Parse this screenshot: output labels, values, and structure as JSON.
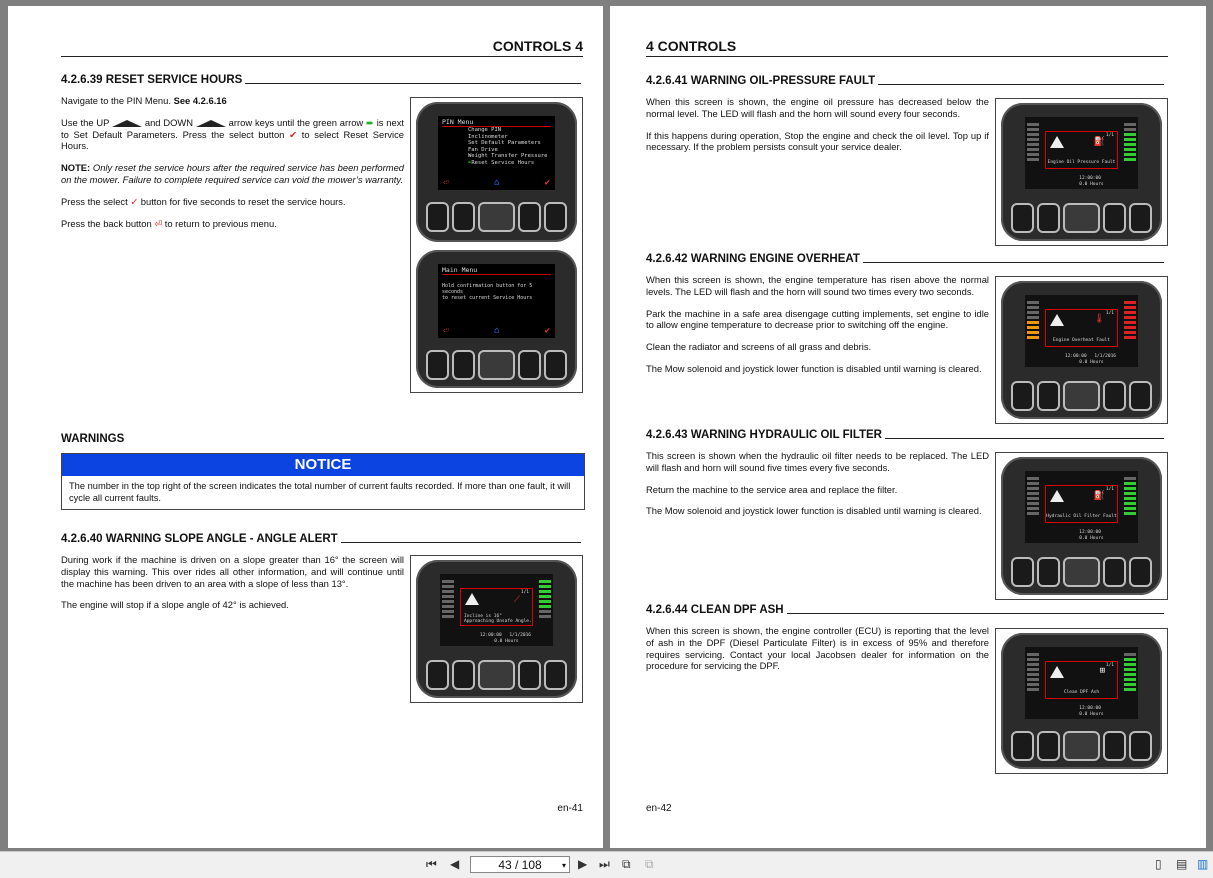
{
  "left_page": {
    "header": "CONTROLS 4",
    "page_number": "en-41",
    "sec_39": {
      "title": "4.2.6.39 RESET SERVICE HOURS",
      "p1a": "Navigate to the PIN Menu. ",
      "p1b": "See 4.2.6.16",
      "p2a": "Use the UP ",
      "p2b": " and DOWN ",
      "p2c": " arrow keys until the green arrow ",
      "p2d": " is next to Set Default Parameters. Press the select button ",
      "p2e": " to select Reset Service Hours.",
      "note_label": "NOTE:",
      "note_text": " Only reset the service hours after the required service has been performed on the mower. Failure to complete required service can void the mower’s warranty.",
      "p3a": "Press the select ",
      "p3b": " button for five seconds to reset the service hours.",
      "p4a": "Press the back button ",
      "p4b": " to return to previous menu."
    },
    "pin_screen": {
      "title": "PIN Menu",
      "items": [
        "Change PIN",
        "Inclinometer",
        "Set Default Parameters",
        "Fan Drive",
        "Weight Transfer Pressure",
        "Reset Service Hours"
      ]
    },
    "main_screen": {
      "title": "Main Menu",
      "line1": "Hold confirmation button for 5 seconds",
      "line2": "to reset current Service Hours"
    },
    "warnings_title": "WARNINGS",
    "notice": {
      "title": "NOTICE",
      "text": "The number in the top right of the screen indicates the total number of current faults recorded. If more than one fault, it will cycle all current faults."
    },
    "sec_40": {
      "title": "4.2.6.40 WARNING SLOPE ANGLE - ANGLE ALERT",
      "p1": "During work if the machine is driven on a slope greater than 16° the screen will display this warning. This over rides all other information, and will continue until the machine has been driven to an area with a slope of less than 13°.",
      "p2": "The engine will stop if a slope angle of 42° is achieved.",
      "screen_line1": "Incline is 16°",
      "screen_line2": "Approaching Unsafe Angle.",
      "screen_count": "1/1",
      "time": "12:00:00",
      "date": "1/1/2016",
      "hours": "0.0 Hours"
    }
  },
  "right_page": {
    "header": "4 CONTROLS",
    "page_number": "en-42",
    "sec_41": {
      "title": "4.2.6.41 WARNING OIL-PRESSURE FAULT",
      "p1": "When this screen is shown, the engine oil pressure has decreased below the normal level. The LED will flash and the horn will sound every four seconds.",
      "p2": "If this happens during operation, Stop the engine and check the oil level. Top up if necessary. If the problem persists consult your service dealer.",
      "screen_msg": "Engine Oil Pressure Fault",
      "screen_count": "1/1",
      "time": "12:00:00",
      "hours": "0.0 Hours"
    },
    "sec_42": {
      "title": "4.2.6.42 WARNING ENGINE OVERHEAT",
      "p1": "When this screen is shown, the engine temperature has risen above the normal levels. The LED will flash and the horn will sound two times every two seconds.",
      "p2": "Park the machine in a safe area disengage cutting implements, set engine to idle to allow engine temperature to decrease prior to switching off the engine.",
      "p3": "Clean the radiator and screens of all grass and debris.",
      "p4": "The Mow solenoid and joystick lower function is disabled until warning is cleared.",
      "screen_msg": "Engine Overheat Fault",
      "screen_count": "1/1",
      "time": "12:00:00",
      "date": "1/1/2016",
      "hours": "0.0 Hours"
    },
    "sec_43": {
      "title": "4.2.6.43 WARNING HYDRAULIC OIL FILTER",
      "p1": "This screen is shown when the hydraulic oil filter needs to be replaced. The LED will flash and horn will sound five times every five seconds.",
      "p2": "Return the machine to the service area and replace the filter.",
      "p3": "The Mow solenoid and joystick lower function is disabled until warning is cleared.",
      "screen_msg": "Hydraulic Oil Filter Fault",
      "screen_count": "1/1",
      "time": "12:00:00",
      "hours": "0.0 Hours"
    },
    "sec_44": {
      "title": "4.2.6.44  CLEAN DPF ASH",
      "p1": "When this screen is shown, the engine controller (ECU) is reporting that the level of ash in the DPF (Diesel Particulate Filter) is in excess of 95% and therefore requires servicing. Contact your local Jacobsen dealer for information on the procedure for servicing the DPF.",
      "screen_msg": "Clean DPF Ash",
      "screen_count": "1/1",
      "time": "12:00:00",
      "hours": "0.0 Hours"
    }
  },
  "toolbar": {
    "page_indicator": "43 / 108"
  },
  "icons": {
    "first": "first-page-icon",
    "prev": "previous-page-icon",
    "next": "next-page-icon",
    "last": "last-page-icon"
  },
  "colors": {
    "notice_blue": "#0b44e0",
    "select_red": "#e0202a",
    "arrow_green": "#22aa22",
    "warning_red": "#dd0000"
  }
}
